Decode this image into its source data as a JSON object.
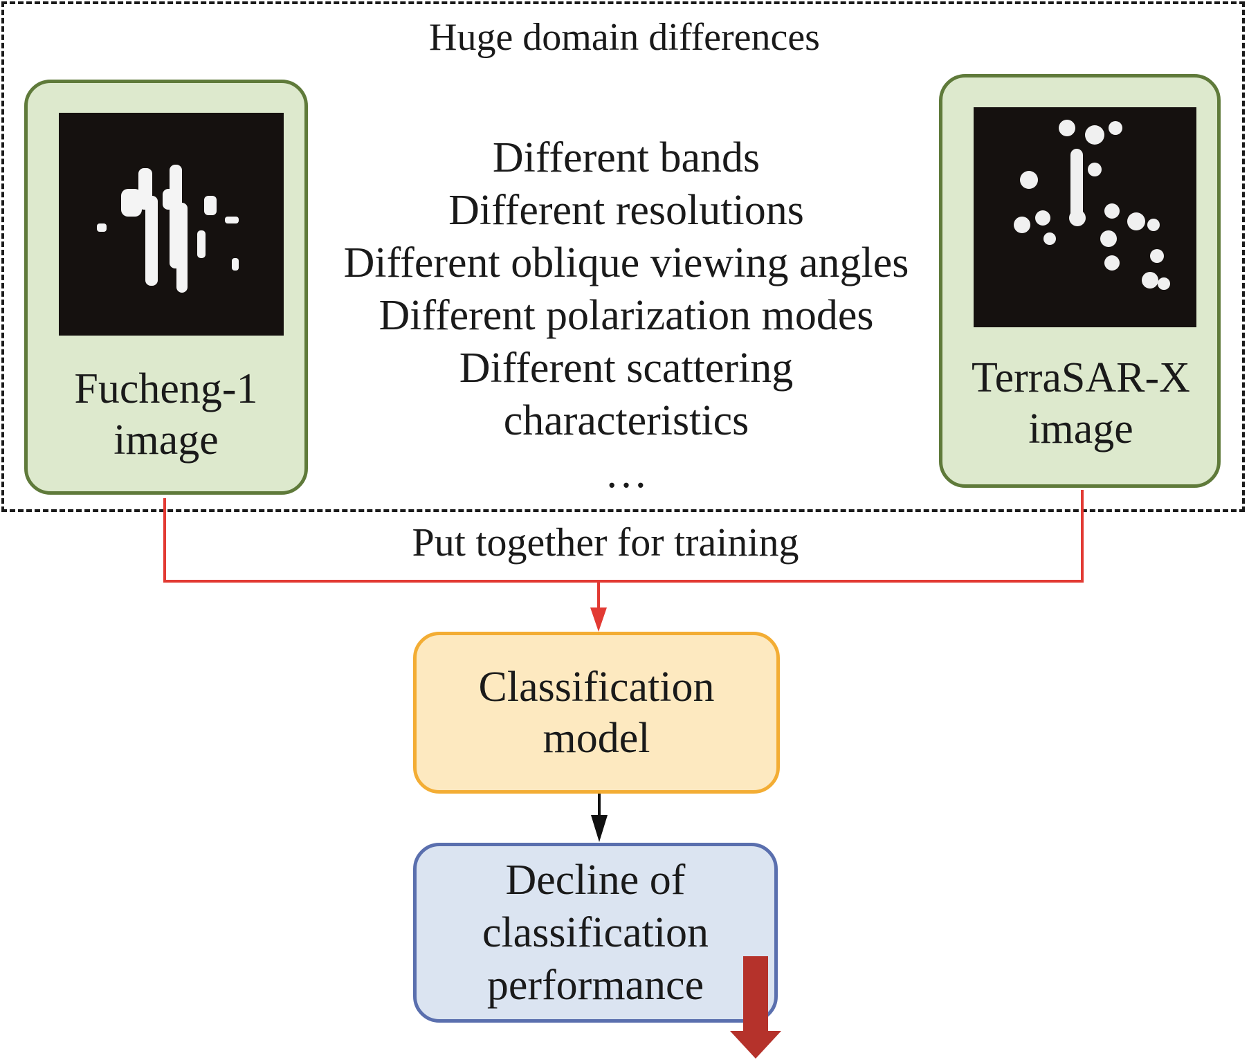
{
  "title": "Huge domain differences",
  "left_source": {
    "label_line1": "Fucheng-1",
    "label_line2": "image",
    "image": "SAR target chip (dark background, bright scatterers)"
  },
  "right_source": {
    "label_line1": "TerraSAR-X",
    "label_line2": "image",
    "image": "SAR target chip (dark background, bright scatterers)"
  },
  "differences": [
    "Different bands",
    "Different resolutions",
    "Different oblique viewing angles",
    "Different polarization modes",
    "Different scattering",
    "characteristics",
    "…"
  ],
  "merge_label": "Put together for training",
  "classification_box": {
    "line1": "Classification",
    "line2": "model"
  },
  "decline_box": {
    "line1": "Decline of",
    "line2": "classification",
    "line3": "performance"
  },
  "colors": {
    "source_fill": "#dde9cd",
    "source_border": "#5f7a3a",
    "model_fill": "#fde9c0",
    "model_border": "#f3ad34",
    "decline_fill": "#dbe4f1",
    "decline_border": "#5a6fae",
    "merge_line": "#e23a33",
    "decline_arrow": "#b5322b"
  }
}
